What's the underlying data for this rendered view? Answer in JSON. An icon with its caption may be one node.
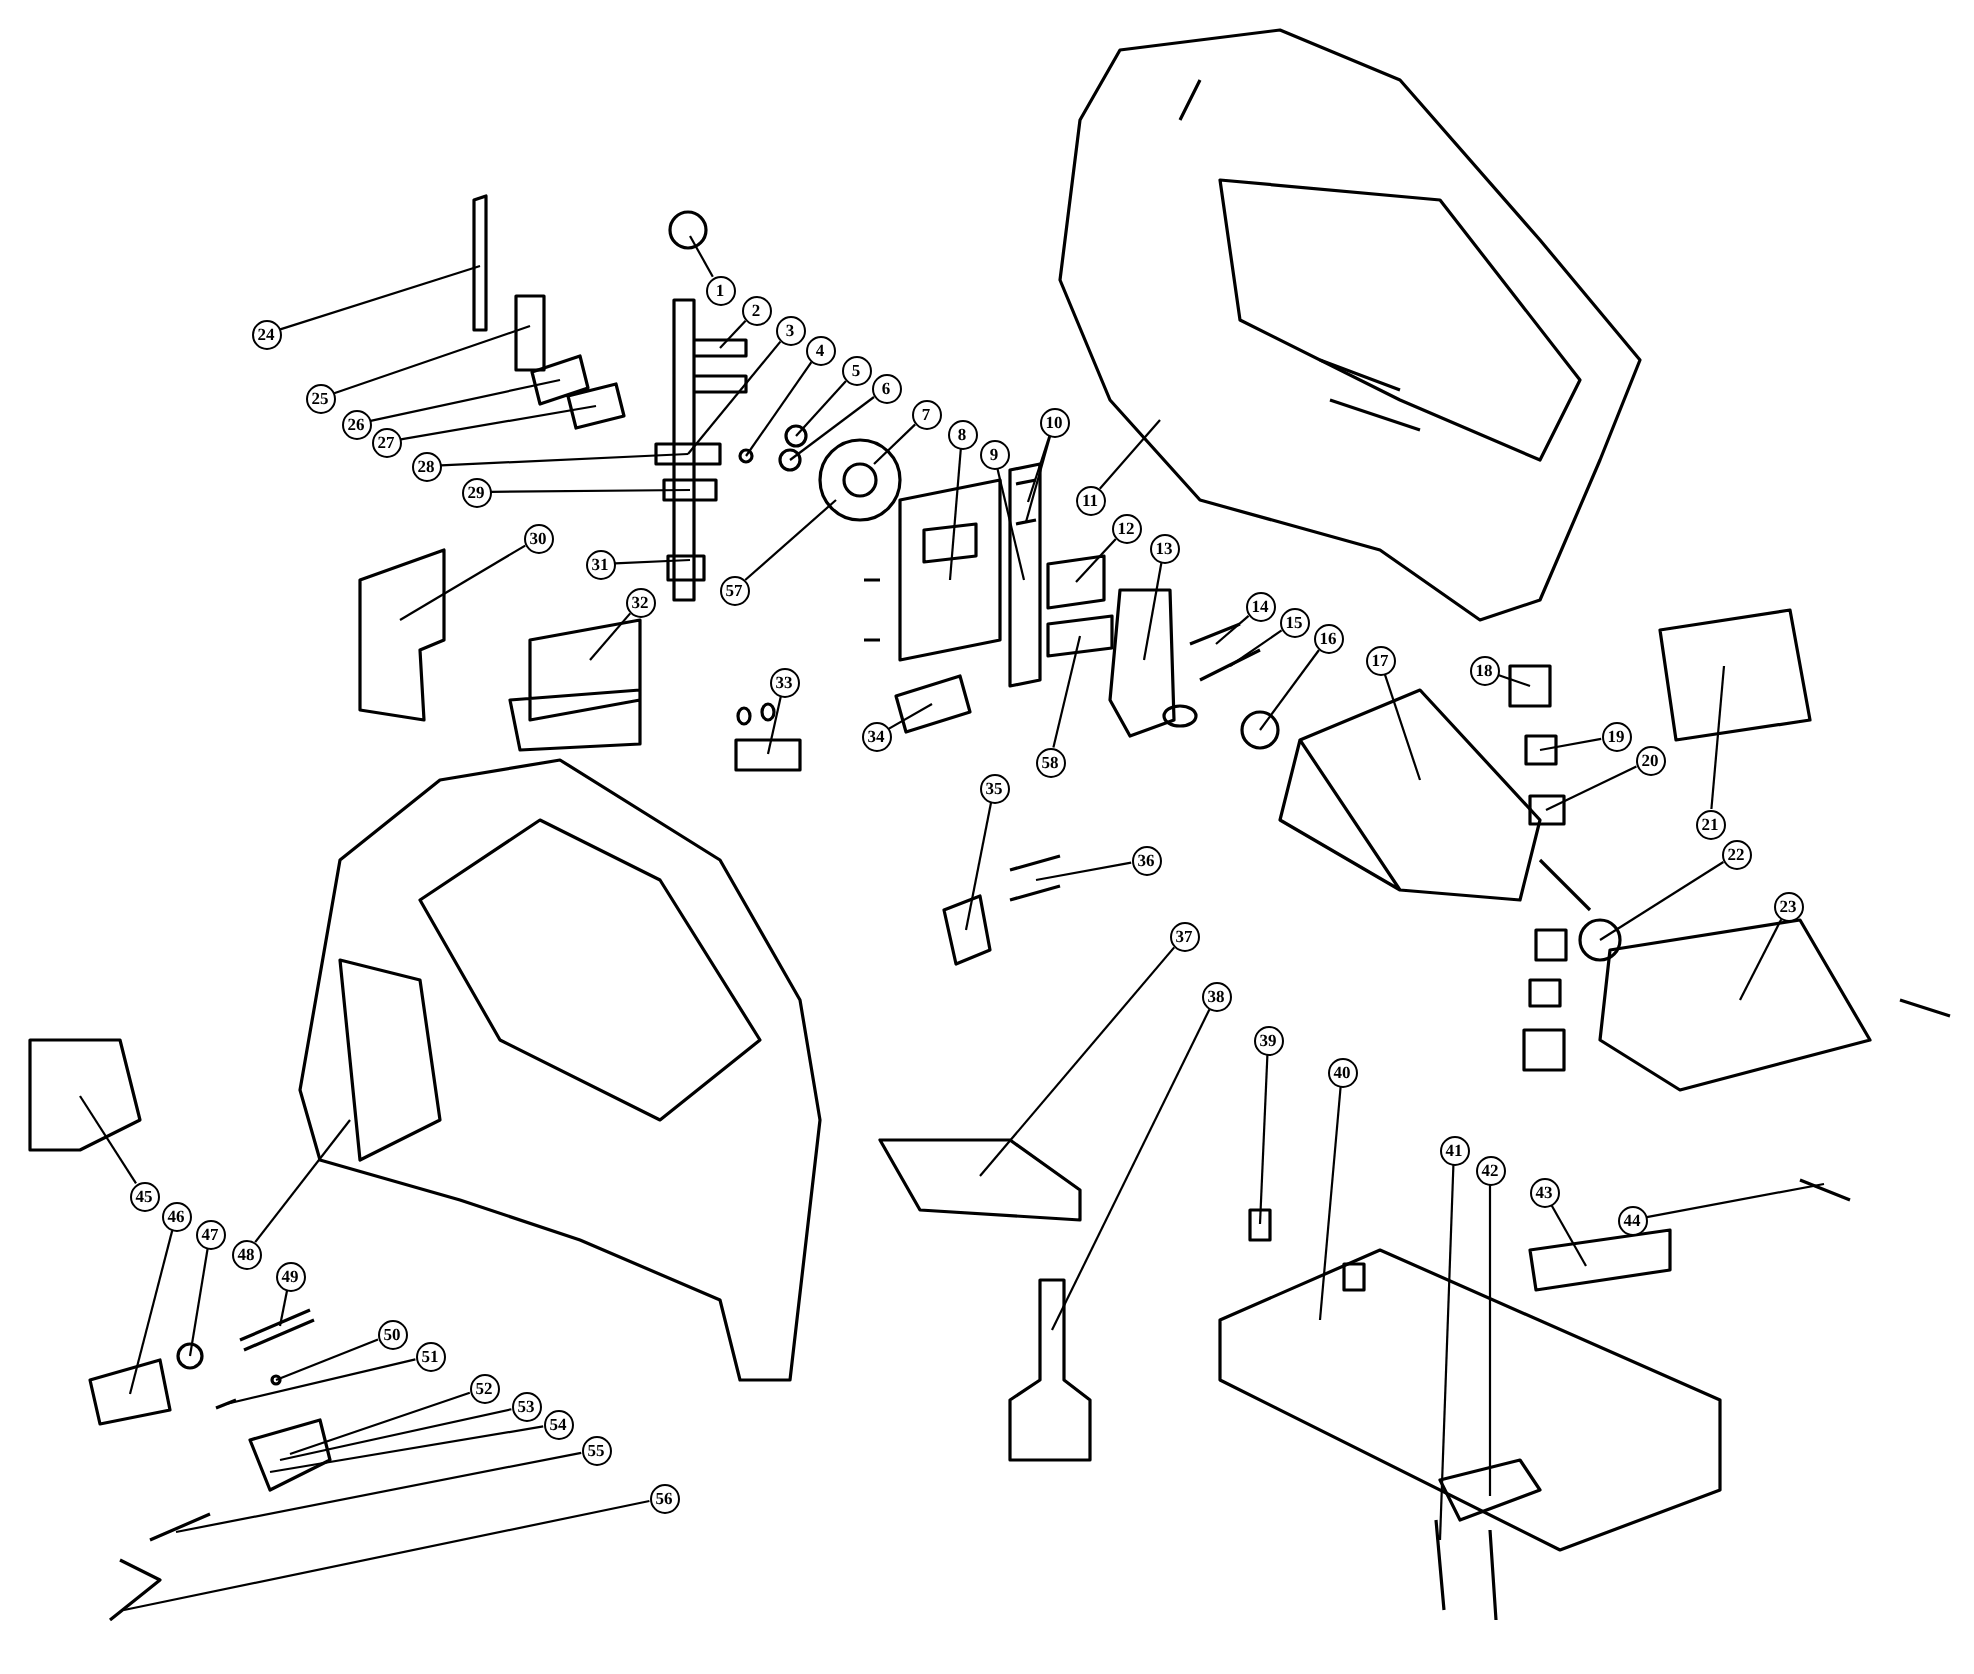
{
  "diagram": {
    "nodes": [
      {
        "text": [
          "1"
        ]
      },
      {
        "text": [
          "2"
        ]
      },
      {
        "text": [
          "3"
        ]
      },
      {
        "text": [
          "4"
        ]
      },
      {
        "text": [
          "5"
        ]
      },
      {
        "text": [
          "6"
        ]
      },
      {
        "text": [
          "7"
        ]
      },
      {
        "text": [
          "8"
        ]
      },
      {
        "text": [
          "9"
        ]
      },
      {
        "text": [
          "10"
        ]
      },
      {
        "text": [
          "11"
        ]
      },
      {
        "text": [
          "12"
        ]
      },
      {
        "text": [
          "13"
        ]
      },
      {
        "text": [
          "14"
        ]
      },
      {
        "text": [
          "15"
        ]
      },
      {
        "text": [
          "16"
        ]
      },
      {
        "text": [
          "17"
        ]
      },
      {
        "text": [
          "18"
        ]
      },
      {
        "text": [
          "19"
        ]
      },
      {
        "text": [
          "20"
        ]
      },
      {
        "text": [
          "21"
        ]
      },
      {
        "text": [
          "22"
        ]
      },
      {
        "text": [
          "23"
        ]
      },
      {
        "text": [
          "24"
        ]
      },
      {
        "text": [
          "25"
        ]
      },
      {
        "text": [
          "26"
        ]
      },
      {
        "text": [
          "27"
        ]
      },
      {
        "text": [
          "28"
        ]
      },
      {
        "text": [
          "29"
        ]
      },
      {
        "text": [
          "30"
        ]
      },
      {
        "text": [
          "31"
        ]
      },
      {
        "text": [
          "32"
        ]
      },
      {
        "text": [
          "33"
        ]
      },
      {
        "text": [
          "34"
        ]
      },
      {
        "text": [
          "35"
        ]
      },
      {
        "text": [
          "36"
        ]
      },
      {
        "text": [
          "37"
        ]
      },
      {
        "text": [
          "38"
        ]
      },
      {
        "text": [
          "39"
        ]
      },
      {
        "text": [
          "40"
        ]
      },
      {
        "text": [
          "41"
        ]
      },
      {
        "text": [
          "42"
        ]
      },
      {
        "text": [
          "43"
        ]
      },
      {
        "text": [
          "44"
        ]
      },
      {
        "text": [
          "45"
        ]
      },
      {
        "text": [
          "46"
        ]
      },
      {
        "text": [
          "47"
        ]
      },
      {
        "text": [
          "48"
        ]
      },
      {
        "text": [
          "49"
        ]
      },
      {
        "text": [
          "50"
        ]
      },
      {
        "text": [
          "51"
        ]
      },
      {
        "text": [
          "52"
        ]
      },
      {
        "text": [
          "53"
        ]
      },
      {
        "text": [
          "54"
        ]
      },
      {
        "text": [
          "55"
        ]
      },
      {
        "text": [
          "56"
        ]
      },
      {
        "text": [
          "57"
        ]
      },
      {
        "text": [
          "58"
        ]
      }
    ],
    "edges": [
      {
        "from": 0,
        "to": null,
        "arrow": "none"
      },
      {
        "from": 1,
        "to": null,
        "arrow": "none"
      },
      {
        "from": 2,
        "to": null,
        "arrow": "none"
      },
      {
        "from": 3,
        "to": null,
        "arrow": "none"
      },
      {
        "from": 4,
        "to": null,
        "arrow": "none"
      },
      {
        "from": 5,
        "to": null,
        "arrow": "none"
      },
      {
        "from": 6,
        "to": null,
        "arrow": "none"
      },
      {
        "from": 7,
        "to": null,
        "arrow": "none"
      },
      {
        "from": 8,
        "to": null,
        "arrow": "none"
      },
      {
        "from": 9,
        "to": null,
        "arrow": "none"
      },
      {
        "from": 9,
        "to": null,
        "arrow": "none"
      },
      {
        "from": 10,
        "to": null,
        "arrow": "none"
      },
      {
        "from": 11,
        "to": null,
        "arrow": "none"
      },
      {
        "from": 12,
        "to": null,
        "arrow": "none"
      },
      {
        "from": 13,
        "to": null,
        "arrow": "none"
      },
      {
        "from": 14,
        "to": null,
        "arrow": "none"
      },
      {
        "from": 15,
        "to": null,
        "arrow": "none"
      },
      {
        "from": 16,
        "to": null,
        "arrow": "none"
      },
      {
        "from": 17,
        "to": null,
        "arrow": "none"
      },
      {
        "from": 18,
        "to": null,
        "arrow": "none"
      },
      {
        "from": 19,
        "to": null,
        "arrow": "none"
      },
      {
        "from": 20,
        "to": null,
        "arrow": "none"
      },
      {
        "from": 21,
        "to": null,
        "arrow": "none"
      },
      {
        "from": 22,
        "to": null,
        "arrow": "none"
      },
      {
        "from": 23,
        "to": null,
        "arrow": "none"
      },
      {
        "from": 24,
        "to": null,
        "arrow": "none"
      },
      {
        "from": 25,
        "to": null,
        "arrow": "none"
      },
      {
        "from": 26,
        "to": null,
        "arrow": "none"
      },
      {
        "from": 27,
        "to": null,
        "arrow": "none"
      },
      {
        "from": 28,
        "to": null,
        "arrow": "none"
      },
      {
        "from": 29,
        "to": null,
        "arrow": "none"
      },
      {
        "from": 30,
        "to": null,
        "arrow": "none"
      },
      {
        "from": 31,
        "to": null,
        "arrow": "none"
      },
      {
        "from": 32,
        "to": null,
        "arrow": "none"
      },
      {
        "from": 33,
        "to": null,
        "arrow": "none"
      },
      {
        "from": 34,
        "to": null,
        "arrow": "none"
      },
      {
        "from": 35,
        "to": null,
        "arrow": "none"
      },
      {
        "from": 36,
        "to": null,
        "arrow": "none"
      },
      {
        "from": 37,
        "to": null,
        "arrow": "none"
      },
      {
        "from": 38,
        "to": null,
        "arrow": "none"
      },
      {
        "from": 39,
        "to": null,
        "arrow": "none"
      },
      {
        "from": 40,
        "to": null,
        "arrow": "none"
      },
      {
        "from": 41,
        "to": null,
        "arrow": "none"
      },
      {
        "from": 42,
        "to": null,
        "arrow": "none"
      },
      {
        "from": 43,
        "to": null,
        "arrow": "none"
      },
      {
        "from": 44,
        "to": null,
        "arrow": "none"
      },
      {
        "from": 45,
        "to": null,
        "arrow": "none"
      },
      {
        "from": 46,
        "to": null,
        "arrow": "none"
      },
      {
        "from": 47,
        "to": null,
        "arrow": "none"
      },
      {
        "from": 48,
        "to": null,
        "arrow": "none"
      },
      {
        "from": 49,
        "to": null,
        "arrow": "none"
      },
      {
        "from": 50,
        "to": null,
        "arrow": "none"
      },
      {
        "from": 51,
        "to": null,
        "arrow": "none"
      },
      {
        "from": 52,
        "to": null,
        "arrow": "none"
      },
      {
        "from": 53,
        "to": null,
        "arrow": "none"
      },
      {
        "from": 54,
        "to": null,
        "arrow": "none"
      },
      {
        "from": 55,
        "to": null,
        "arrow": "none"
      },
      {
        "from": 56,
        "to": null,
        "arrow": "none"
      },
      {
        "from": 57,
        "to": null,
        "arrow": "none"
      }
    ]
  }
}
